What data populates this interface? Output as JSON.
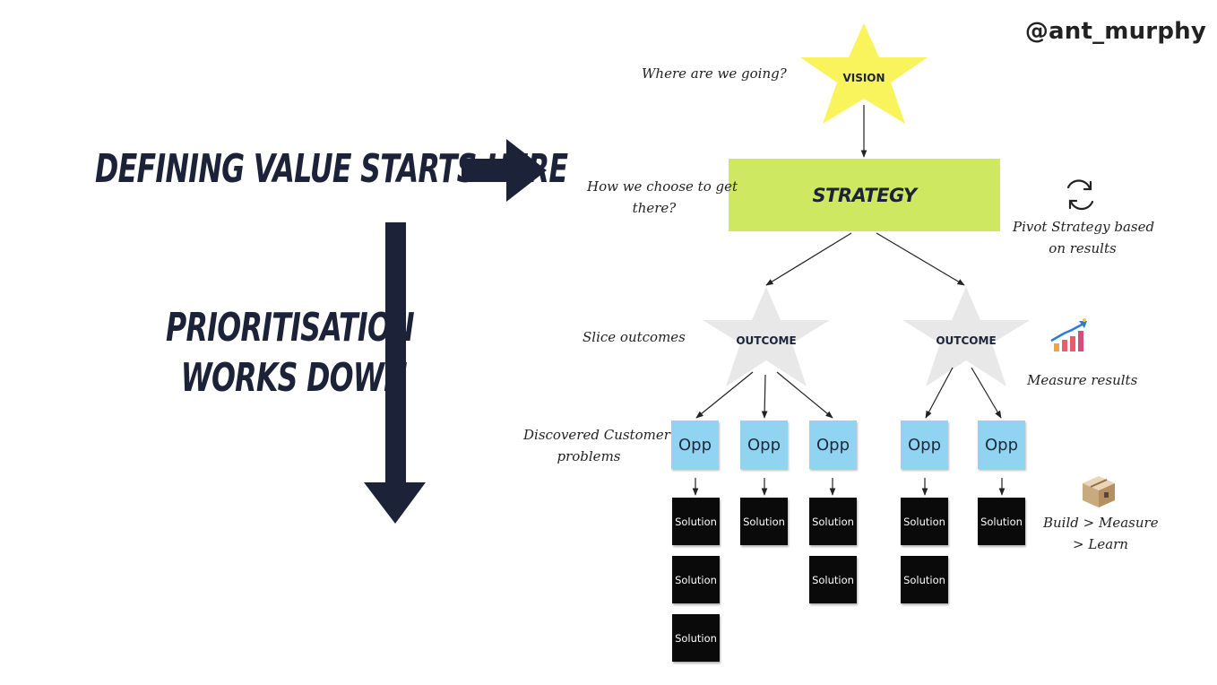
{
  "handle": "@ant_murphy",
  "headline_define": "DEFINING VALUE STARTS HERE",
  "headline_prioritisation": [
    "PRIORITISATION",
    "WORKS DOWN"
  ],
  "tree": {
    "vision": "VISION",
    "strategy": "STRATEGY",
    "outcomes": [
      "OUTCOME",
      "OUTCOME"
    ],
    "opps": [
      "Opp",
      "Opp",
      "Opp",
      "Opp",
      "Opp"
    ],
    "solution_label": "Solution"
  },
  "notes": {
    "where": "Where are we going?",
    "how_1": "How we choose to get",
    "how_2": "there?",
    "slice": "Slice outcomes",
    "discovered_1": "Discovered Customer",
    "discovered_2": "problems",
    "pivot_1": "Pivot Strategy based",
    "pivot_2": "on results",
    "measure": "Measure results",
    "build_1": "Build > Measure",
    "build_2": "> Learn"
  },
  "icons": [
    "refresh-icon",
    "growth-chart-icon",
    "package-box-icon"
  ],
  "colors": {
    "navy": "#1c2238",
    "vision_star": "#f9f35c",
    "strategy": "#cfe862",
    "outcome_star": "#e8e8e8",
    "opp": "#91d4f1",
    "solution": "#0a0a0a"
  }
}
